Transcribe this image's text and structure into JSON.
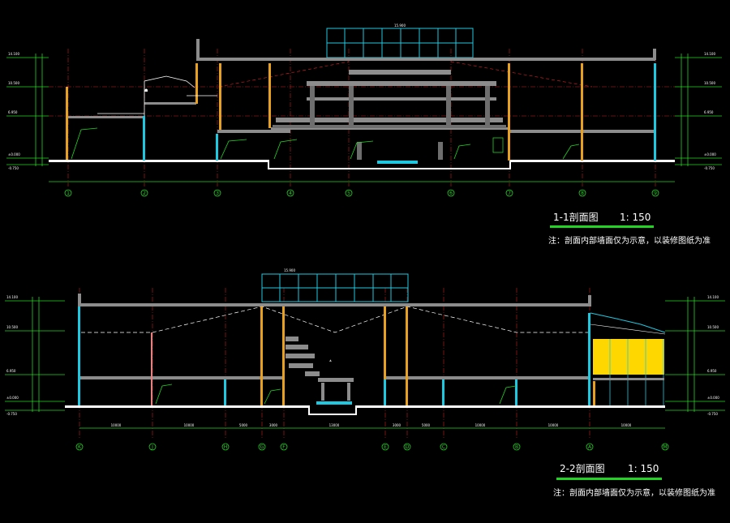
{
  "section1": {
    "title": "1-1剖面图",
    "scale": "1: 150",
    "note": "注：剖面内部墙面仅为示意，以装修图纸为准",
    "axes": [
      "1",
      "2",
      "3",
      "4",
      "5",
      "6",
      "7",
      "8",
      "9"
    ],
    "level_labels": [
      "14.100",
      "10.500",
      "6.950",
      "±0.000",
      "-0.750"
    ],
    "top_elevation": "15.900"
  },
  "section2": {
    "title": "2-2剖面图",
    "scale": "1: 150",
    "note": "注：剖面内部墙面仅为示意，以装修图纸为准",
    "axes": [
      "K",
      "J",
      "H",
      "G",
      "F",
      "E",
      "D",
      "C",
      "B",
      "A",
      "M"
    ],
    "level_labels": [
      "14.100",
      "10.500",
      "6.950",
      "±0.000",
      "-0.750"
    ],
    "top_elevation": "15.900",
    "dimensions": [
      "10000",
      "10000",
      "5000",
      "3000",
      "13000",
      "3000",
      "5000",
      "10000",
      "10000",
      "10000"
    ]
  },
  "colors": {
    "green": "#22d422",
    "cyan": "#1ec8e0",
    "yellow": "#ffd700",
    "orange": "#e8a020",
    "red": "#c81e1e",
    "white": "#ffffff",
    "gray": "#8c8c8c"
  }
}
